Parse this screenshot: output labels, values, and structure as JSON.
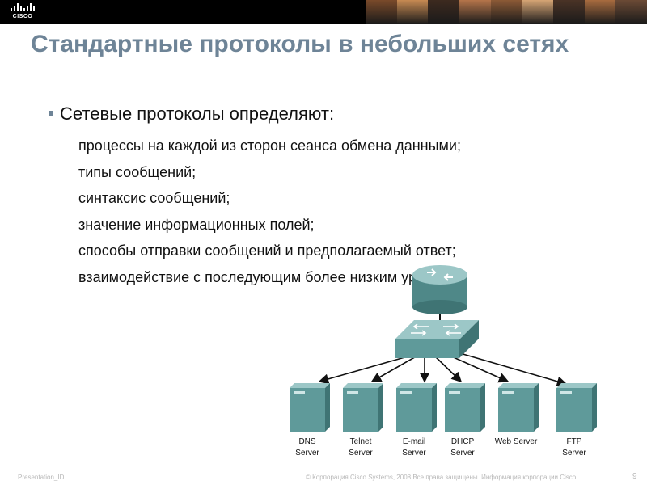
{
  "header": {
    "logo_name": "cisco-logo",
    "logo_text": "CISCO",
    "photo_tones": [
      "#7a4a2a",
      "#c78a52",
      "#3d2a1f",
      "#b5744a",
      "#8c5a36",
      "#d6a574",
      "#4a3326",
      "#a86b3f",
      "#6b4a35"
    ]
  },
  "slide": {
    "title": "Стандартные протоколы в небольших сетях",
    "lead": "Сетевые протоколы определяют:",
    "items": [
      "процессы на каждой из сторон сеанса обмена данными;",
      "типы сообщений;",
      "синтаксис сообщений;",
      "значение информационных полей;",
      "способы отправки сообщений и предполагаемый ответ;",
      "взаимодействие с последующим более низким уровнем."
    ]
  },
  "diagram": {
    "servers": [
      {
        "line1": "DNS",
        "line2": "Server"
      },
      {
        "line1": "Telnet",
        "line2": "Server"
      },
      {
        "line1": "E-mail",
        "line2": "Server"
      },
      {
        "line1": "DHCP",
        "line2": "Server"
      },
      {
        "line1": "Web Server",
        "line2": ""
      },
      {
        "line1": "FTP",
        "line2": "Server"
      }
    ]
  },
  "footer": {
    "left": "Presentation_ID",
    "center": "© Корпорация Cisco Systems, 2008 Все права защищены. Информация корпорации Cisco",
    "page": "9"
  },
  "colors": {
    "title": "#6e8497",
    "device_teal": "#5f9a9a",
    "device_dark": "#3f7474",
    "device_light": "#9cc7c7"
  }
}
